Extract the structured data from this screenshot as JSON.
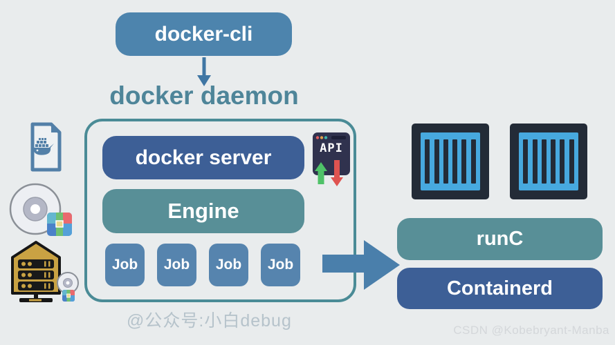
{
  "canvas": {
    "background": "#e9eced"
  },
  "colors": {
    "steel_blue": "#4d84ad",
    "indigo_blue": "#3d5f96",
    "teal": "#588f97",
    "teal_border": "#4a8b96",
    "daemon_text": "#4e8599",
    "job_blue": "#5684ae",
    "arrow_blue": "#4a7fab",
    "container_frame": "#232b37",
    "container_fill": "#47a9df",
    "api_window_bg": "#30324e",
    "api_up_green": "#4fc268",
    "api_down_red": "#df5350",
    "registry_gold": "#c9a243",
    "watermark_gray": "#b6c3cb"
  },
  "nodes": {
    "docker_cli": {
      "label": "docker-cli"
    },
    "docker_daemon": {
      "label": "docker daemon"
    },
    "docker_server": {
      "label": "docker server"
    },
    "engine": {
      "label": "Engine"
    },
    "jobs": [
      {
        "label": "Job"
      },
      {
        "label": "Job"
      },
      {
        "label": "Job"
      },
      {
        "label": "Job"
      }
    ],
    "api": {
      "label": "API"
    },
    "runc": {
      "label": "runC"
    },
    "containerd": {
      "label": "Containerd"
    }
  },
  "icons": {
    "left_column": [
      "dockerfile-icon",
      "image-disc-icon",
      "registry-server-icon"
    ],
    "right_column": [
      "container-icon",
      "container-icon"
    ],
    "connectors": [
      "down-arrow-icon",
      "right-arrow-icon"
    ],
    "api_window": [
      "upload-arrow-icon",
      "download-arrow-icon"
    ]
  },
  "watermarks": {
    "center": "@公众号:小白debug",
    "bottom_right": "CSDN @Kobebryant-Manba"
  }
}
